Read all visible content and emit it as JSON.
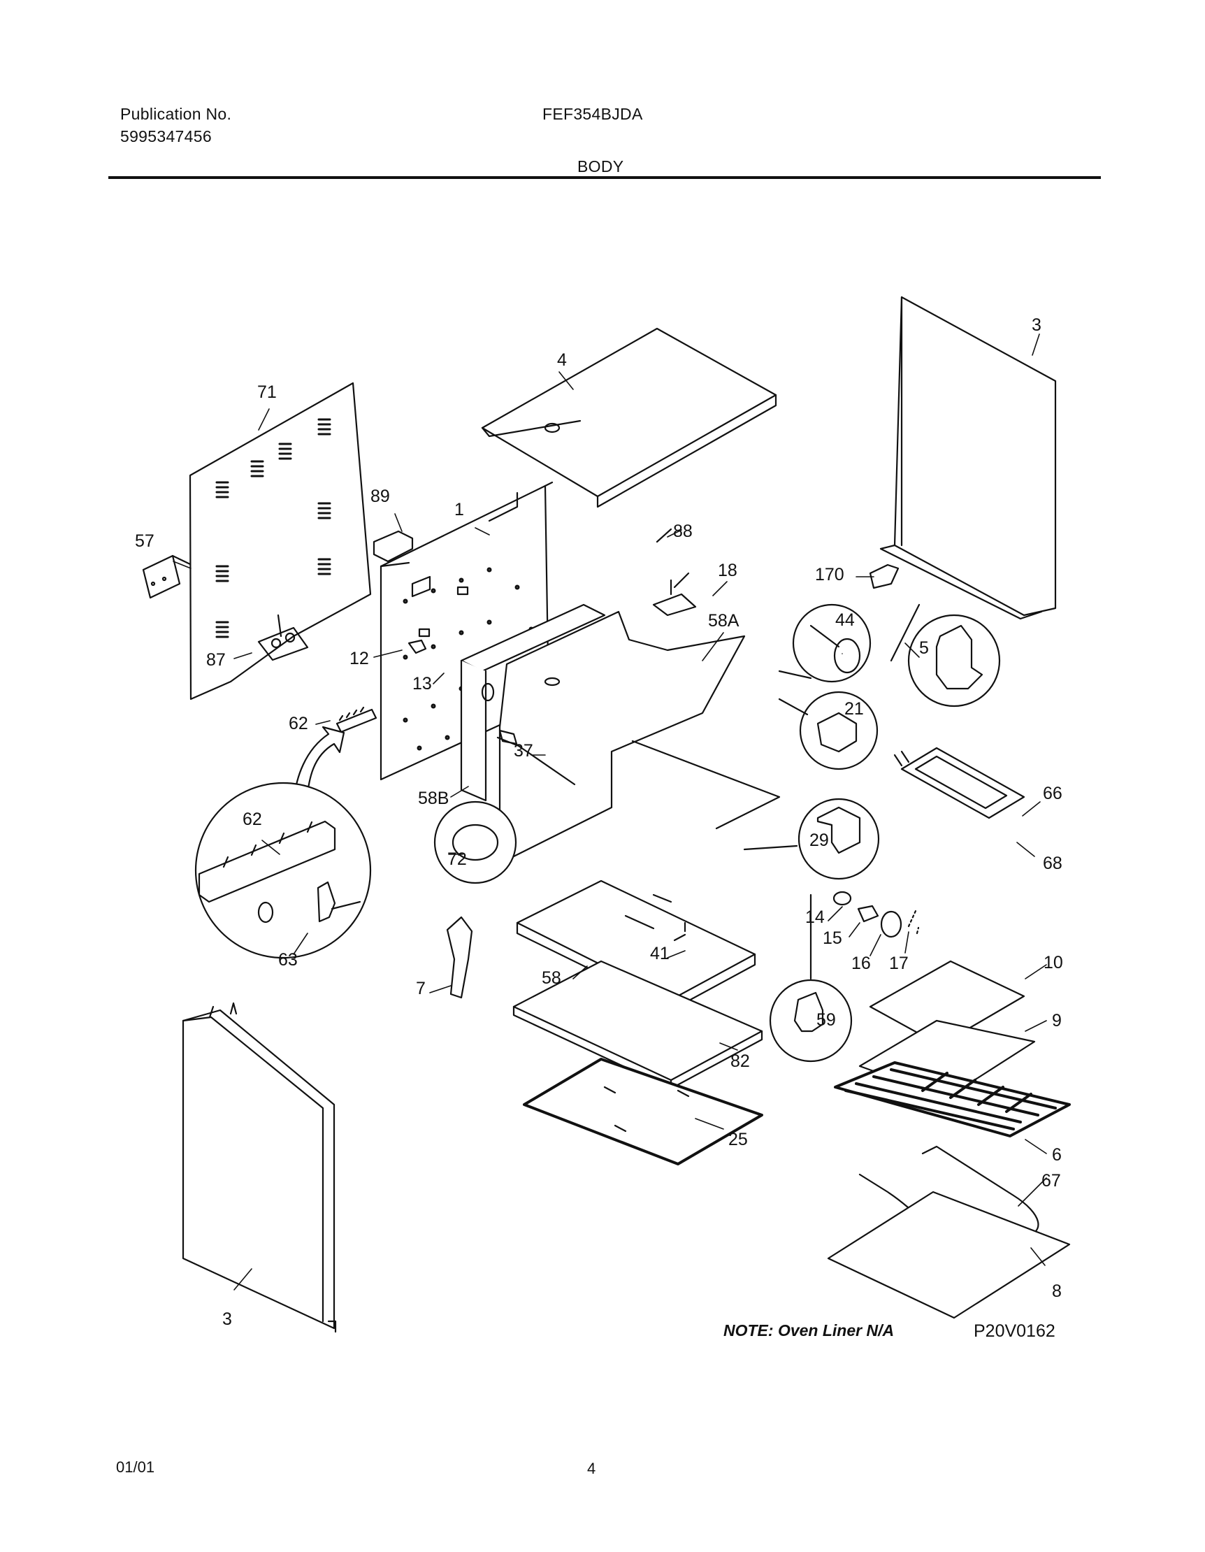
{
  "header": {
    "publication_label": "Publication No.",
    "publication_number": "5995347456",
    "model": "FEF354BJDA",
    "section": "BODY"
  },
  "callouts": {
    "c71": "71",
    "c57": "57",
    "c87": "87",
    "c89": "89",
    "c1": "1",
    "c12": "12",
    "c13": "13",
    "c62a": "62",
    "c62b": "62",
    "c63": "63",
    "c4": "4",
    "c88": "88",
    "c18": "18",
    "c58A": "58A",
    "c58B": "58B",
    "c37": "37",
    "c72": "72",
    "c3a": "3",
    "c170": "170",
    "c44": "44",
    "c5": "5",
    "c21": "21",
    "c66": "66",
    "c68": "68",
    "c29": "29",
    "c14": "14",
    "c15": "15",
    "c16": "16",
    "c17": "17",
    "c41": "41",
    "c7": "7",
    "c58": "58",
    "c59": "59",
    "c10": "10",
    "c9": "9",
    "c82": "82",
    "c25": "25",
    "c6": "6",
    "c67": "67",
    "c8": "8",
    "c3b": "3"
  },
  "footer": {
    "note": "NOTE:  Oven Liner N/A",
    "figure_id": "P20V0162",
    "date": "01/01",
    "page": "4"
  }
}
